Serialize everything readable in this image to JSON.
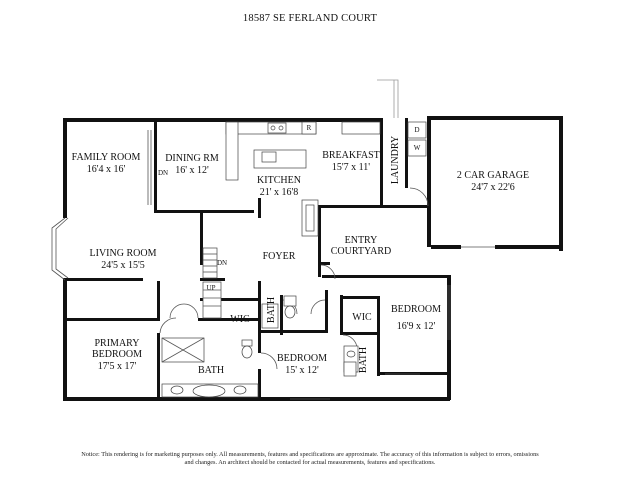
{
  "title": "18587 SE FERLAND COURT",
  "rooms": {
    "family_room": {
      "name": "FAMILY ROOM",
      "dims": "16'4 x 16'"
    },
    "dining_rm": {
      "name": "DINING RM",
      "dims": "16' x 12'"
    },
    "kitchen": {
      "name": "KITCHEN",
      "dims": "21' x 16'8"
    },
    "breakfast": {
      "name": "BREAKFAST",
      "dims": "15'7 x 11'"
    },
    "laundry": {
      "name": "LAUNDRY"
    },
    "garage": {
      "name": "2 CAR GARAGE",
      "dims": "24'7 x 22'6"
    },
    "living_room": {
      "name": "LIVING ROOM",
      "dims": "24'5 x 15'5"
    },
    "foyer": {
      "name": "FOYER"
    },
    "entry_courtyard": {
      "name": "ENTRY",
      "name2": "COURTYARD"
    },
    "primary_bedroom": {
      "name": "PRIMARY",
      "name2": "BEDROOM",
      "dims": "17'5 x 17'"
    },
    "primary_wic": {
      "name": "WIC"
    },
    "primary_bath": {
      "name": "BATH"
    },
    "hall_bath": {
      "name": "BATH"
    },
    "bedroom_center": {
      "name": "BEDROOM",
      "dims": "15' x 12'"
    },
    "bedroom_right": {
      "name": "BEDROOM",
      "dims": "16'9 x 12'"
    },
    "right_wic": {
      "name": "WIC"
    },
    "right_bath": {
      "name": "BATH"
    }
  },
  "stairs": {
    "dn_upper": "DN",
    "dn_lower": "DN",
    "up": "UP"
  },
  "appliances": {
    "refrigerator": "R",
    "dryer": "D",
    "washer": "W"
  },
  "disclaimer": "Notice: This rendering is for marketing purposes only. All measurements, features and specifications are approximate. The accuracy of this information is subject to errors, omissions and changes. An architect should be contacted for actual measurements, features and specifications."
}
